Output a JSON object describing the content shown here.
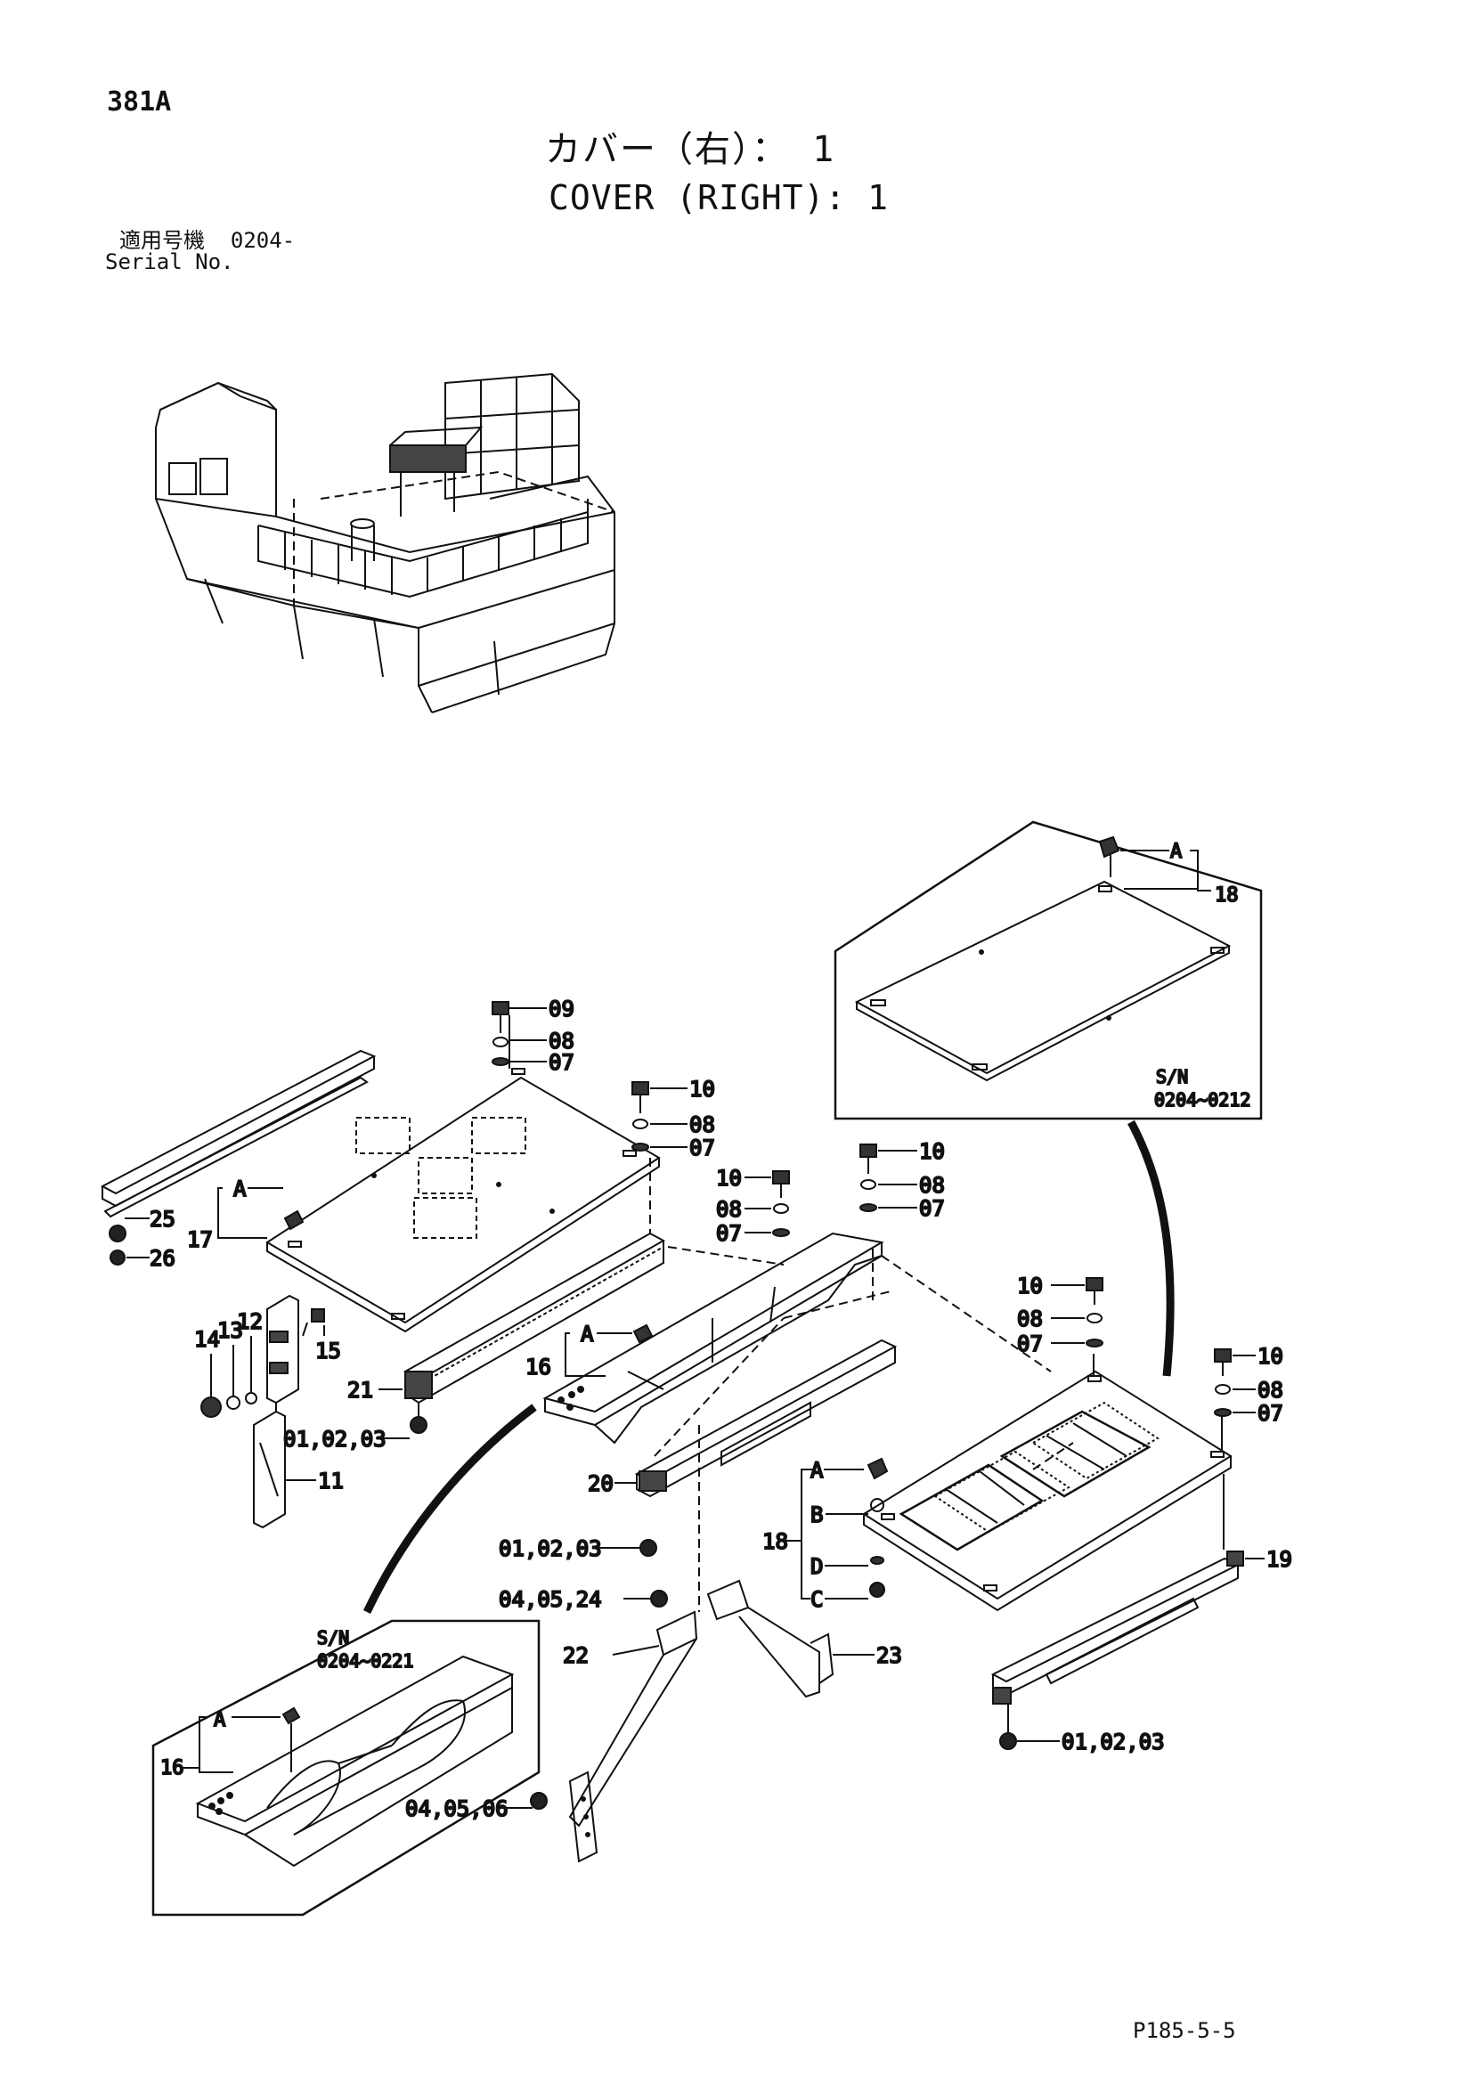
{
  "header": {
    "page_code": "381A",
    "title_jp": "カバー（右）： 1",
    "title_en": "COVER (RIGHT): 1",
    "serial_label_jp": "適用号機",
    "serial_value": "0204-",
    "serial_label_en": "Serial No."
  },
  "inset_top_right": {
    "sn_label": "S/N",
    "sn_range": "0204~0212"
  },
  "inset_bottom_left": {
    "sn_label": "S/N",
    "sn_range": "0204~0221"
  },
  "callouts": {
    "c09": "09",
    "c08": "08",
    "c07": "07",
    "c10": "10",
    "c25": "25",
    "c26": "26",
    "c17": "17",
    "c16": "16",
    "c14": "14",
    "c13": "13",
    "c12": "12",
    "c15": "15",
    "c21": "21",
    "c11": "11",
    "c20": "20",
    "c22": "22",
    "c23": "23",
    "c19": "19",
    "c18": "18",
    "c010203": "01,02,03",
    "c040524": "04,05,24",
    "c040506": "04,05,06",
    "A": "A",
    "B": "B",
    "C": "C",
    "D": "D"
  },
  "footer": {
    "page_ref": "P185-5-5"
  }
}
